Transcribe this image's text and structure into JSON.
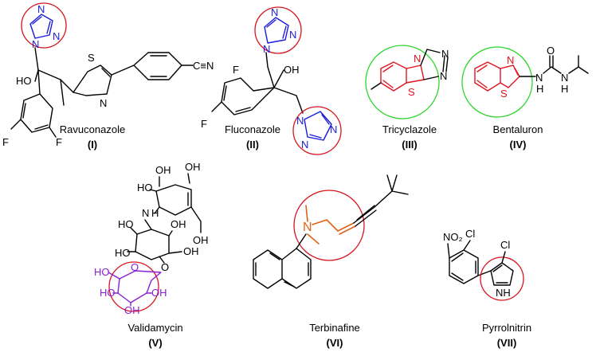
{
  "compounds": [
    {
      "name": "Ravuconazole",
      "numeral": "(I)"
    },
    {
      "name": "Fluconazole",
      "numeral": "(II)"
    },
    {
      "name": "Tricyclazole",
      "numeral": "(III)"
    },
    {
      "name": "Bentaluron",
      "numeral": "(IV)"
    },
    {
      "name": "Validamycin",
      "numeral": "(V)"
    },
    {
      "name": "Terbinafine",
      "numeral": "(VI)"
    },
    {
      "name": "Pyrrolnitrin",
      "numeral": "(VII)"
    }
  ],
  "atoms": {
    "ravu": {
      "n1": "N",
      "n2": "N",
      "n3": "N",
      "ho": "HO",
      "s": "S",
      "n_thiazole": "N",
      "cn": "C≡N",
      "f1": "F",
      "f2": "F"
    },
    "fluco": {
      "n1": "N",
      "n2": "N",
      "n3": "N",
      "n4": "N",
      "n5": "N",
      "n6": "N",
      "oh": "OH",
      "f1": "F",
      "f2": "F"
    },
    "tricy": {
      "n_ring": "N",
      "n_a": "N",
      "n_b": "N",
      "s": "S"
    },
    "benta": {
      "n": "N",
      "s": "S",
      "nh1": "N",
      "h1": "H",
      "o": "O",
      "nh2": "N",
      "h2": "H"
    },
    "valida": {
      "oh1": "OH",
      "oh2": "OH",
      "ho1": "HO",
      "n": "N",
      "h": "H",
      "oh3": "OH",
      "ho2": "HO",
      "oh4": "OH",
      "ho3": "HO",
      "o_link": "O",
      "oh5": "OH",
      "ho4": "HO",
      "o_ring": "O",
      "ho5": "HO",
      "oh6": "OH",
      "oh7": "OH"
    },
    "terb": {
      "n": "N"
    },
    "pyrr": {
      "no2": "NO₂",
      "cl1": "Cl",
      "cl2": "Cl",
      "nh": "NH"
    }
  },
  "colors": {
    "ring_red": "#d8141e",
    "ring_green": "#2bd62b",
    "blue": "#1a1adb",
    "red": "#e0141e",
    "purple": "#8a1fd6",
    "orange": "#e0621a"
  }
}
